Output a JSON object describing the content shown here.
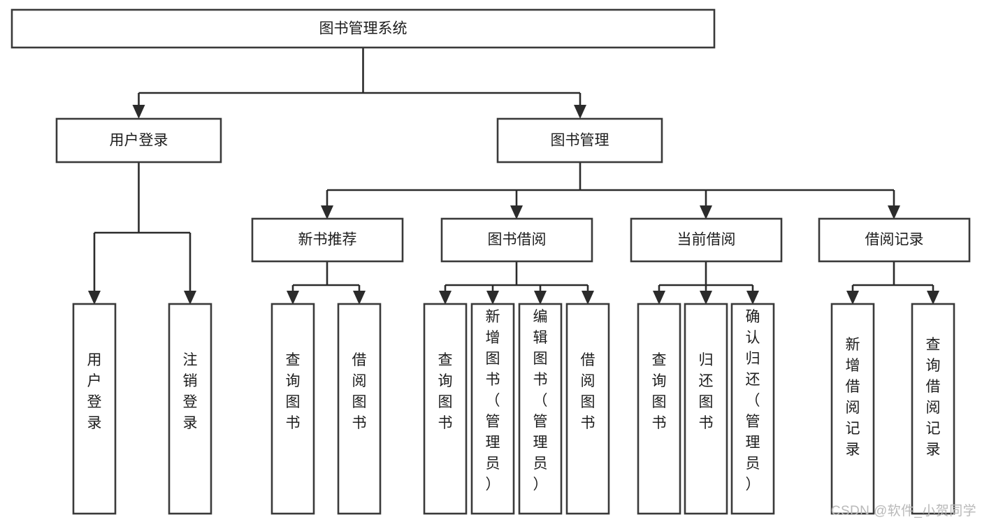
{
  "diagram": {
    "type": "tree",
    "title": "图书管理系统",
    "orientation": "top-down",
    "watermark": "CSDN @软件_小贺同学",
    "style": {
      "box_fill": "#ffffff",
      "box_stroke": "#3a3a3a",
      "connector_color": "#2b2b2b",
      "text_color": "#1d1d1d",
      "background": "#ffffff",
      "watermark_color": "#b9b9b9"
    },
    "root": {
      "id": "root",
      "label": "图书管理系统"
    },
    "level2": [
      {
        "id": "user-login",
        "label": "用户登录"
      },
      {
        "id": "book-manage",
        "label": "图书管理"
      }
    ],
    "level3": [
      {
        "id": "new-book-recommend",
        "label": "新书推荐",
        "parent": "book-manage"
      },
      {
        "id": "book-borrow",
        "label": "图书借阅",
        "parent": "book-manage"
      },
      {
        "id": "current-borrow",
        "label": "当前借阅",
        "parent": "book-manage"
      },
      {
        "id": "borrow-record",
        "label": "借阅记录",
        "parent": "book-manage"
      }
    ],
    "leaves": {
      "user-login": [
        {
          "id": "leaf-user-login",
          "label": "用户登录"
        },
        {
          "id": "leaf-user-logout",
          "label": "注销登录"
        }
      ],
      "new-book-recommend": [
        {
          "id": "leaf-query-book-1",
          "label": "查询图书"
        },
        {
          "id": "leaf-borrow-book-1",
          "label": "借阅图书"
        }
      ],
      "book-borrow": [
        {
          "id": "leaf-query-book-2",
          "label": "查询图书"
        },
        {
          "id": "leaf-add-book",
          "label": "新增图书（管理员）"
        },
        {
          "id": "leaf-edit-book",
          "label": "编辑图书（管理员）"
        },
        {
          "id": "leaf-borrow-book-2",
          "label": "借阅图书"
        }
      ],
      "current-borrow": [
        {
          "id": "leaf-query-book-3",
          "label": "查询图书"
        },
        {
          "id": "leaf-return-book",
          "label": "归还图书"
        },
        {
          "id": "leaf-confirm-return",
          "label": "确认归还（管理员）"
        }
      ],
      "borrow-record": [
        {
          "id": "leaf-add-record",
          "label": "新增借阅记录"
        },
        {
          "id": "leaf-query-record",
          "label": "查询借阅记录"
        }
      ]
    }
  }
}
